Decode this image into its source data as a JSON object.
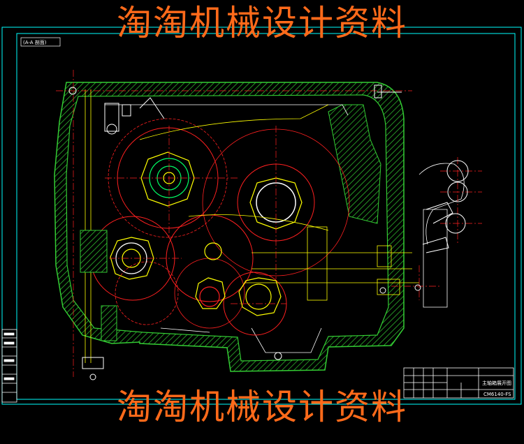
{
  "watermark": {
    "top": "淘淘机械设计资料",
    "bottom": "淘淘机械设计资料"
  },
  "drawing": {
    "view_label": "(A-A 剖面)",
    "title_block": {
      "name": "主轴箱展开图",
      "code": "CM6140-FS"
    }
  },
  "colors": {
    "background": "#000000",
    "frame": "#00ffff",
    "housing": "#33cc33",
    "gear": "#ff2020",
    "gear_green": "#00ff66",
    "shaft_yellow": "#ffff00",
    "lines_white": "#ffffff",
    "watermark": "#ff6a1a"
  }
}
